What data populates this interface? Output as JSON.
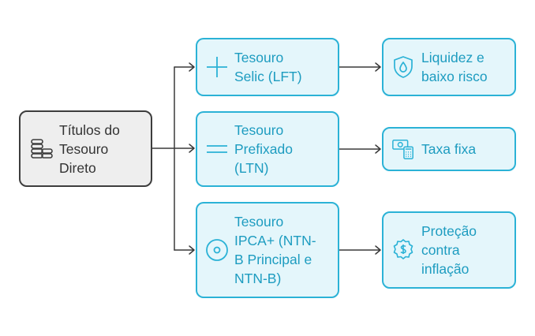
{
  "root": {
    "label": "Títulos do\nTesouro\nDireto",
    "icon": "coins-stack-icon"
  },
  "types": [
    {
      "label": "Tesouro\nSelic (LFT)",
      "icon": "plus-icon"
    },
    {
      "label": "Tesouro\nPrefixado\n(LTN)",
      "icon": "equals-icon"
    },
    {
      "label": "Tesouro\nIPCA+ (NTN-\nB Principal e\nNTN-B)",
      "icon": "target-circle-icon"
    }
  ],
  "benefits": [
    {
      "label": "Liquidez e\nbaixo risco",
      "icon": "shield-drop-icon"
    },
    {
      "label": "Taxa fixa",
      "icon": "cash-calculator-icon"
    },
    {
      "label": "Proteção\ncontra\ninflação",
      "icon": "dollar-badge-icon"
    }
  ],
  "colors": {
    "accent": "#2bb2d6",
    "accent_text": "#1d9cc0",
    "accent_fill": "#e4f6fb",
    "root_border": "#3d3d3d",
    "root_fill": "#eeeeee",
    "connector": "#3a3a3a"
  }
}
